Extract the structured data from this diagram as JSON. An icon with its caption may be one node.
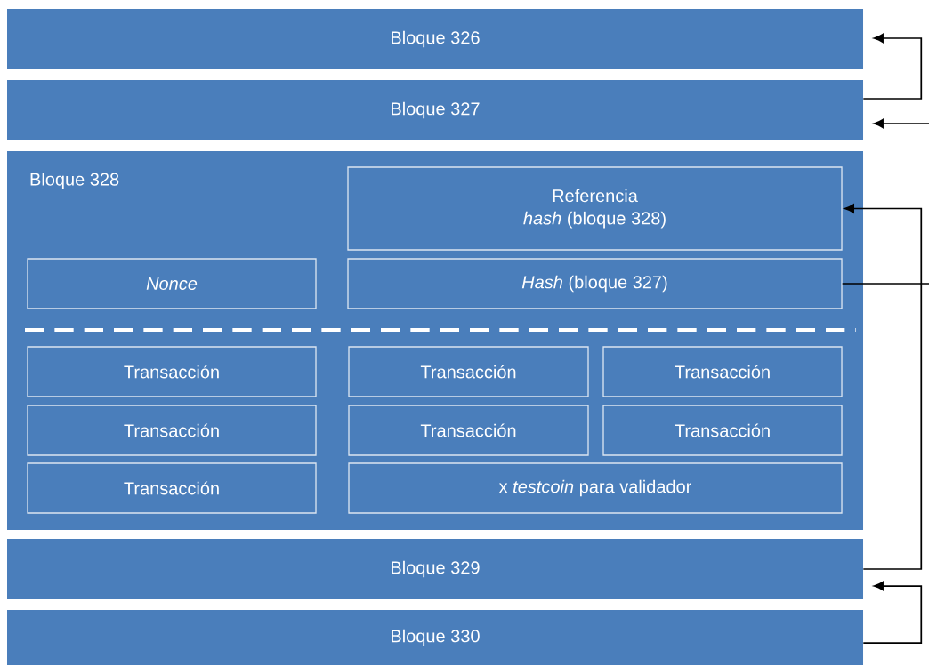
{
  "diagram": {
    "nodes": [
      {
        "text": [
          "Bloque 326"
        ]
      },
      {
        "text": [
          "Bloque 327"
        ]
      },
      {
        "text": [
          "Bloque 328"
        ]
      },
      {
        "text": [
          "Referencia",
          "*hash* (bloque 328)"
        ],
        "in": 2
      },
      {
        "text": [
          "Nonce"
        ],
        "in": 2
      },
      {
        "text": [
          "*Hash* (bloque 327)"
        ],
        "in": 2
      },
      {
        "text": [
          "Transacción"
        ],
        "in": 2
      },
      {
        "text": [
          "Transacción"
        ],
        "in": 2
      },
      {
        "text": [
          "Transacción"
        ],
        "in": 2
      },
      {
        "text": [
          "Transacción"
        ],
        "in": 2
      },
      {
        "text": [
          "Transacción"
        ],
        "in": 2
      },
      {
        "text": [
          "Transacción"
        ],
        "in": 2
      },
      {
        "text": [
          "Transacción"
        ],
        "in": 2
      },
      {
        "text": [
          "x *testcoin* para validador"
        ],
        "in": 2
      },
      {
        "text": [
          "Bloque 329"
        ]
      },
      {
        "text": [
          "Bloque 330"
        ]
      }
    ],
    "edges": [
      {
        "from": 1,
        "to": 0,
        "arrow": "to"
      },
      {
        "from": null,
        "to": 1,
        "arrow": "to"
      },
      {
        "from": 5,
        "to": null,
        "arrow": "none"
      },
      {
        "from": 14,
        "to": 3,
        "arrow": "to"
      },
      {
        "from": 15,
        "to": 14,
        "arrow": "to"
      }
    ]
  }
}
